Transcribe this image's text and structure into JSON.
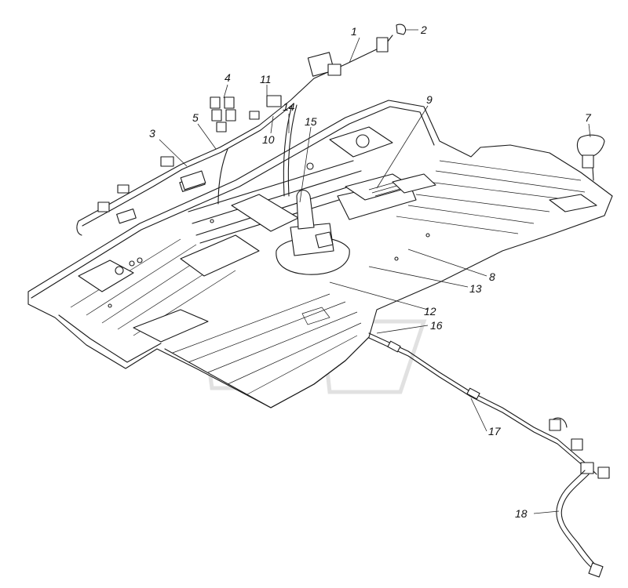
{
  "diagram": {
    "callouts": [
      {
        "id": "1",
        "label": "1"
      },
      {
        "id": "2",
        "label": "2"
      },
      {
        "id": "3",
        "label": "3"
      },
      {
        "id": "4",
        "label": "4"
      },
      {
        "id": "5",
        "label": "5"
      },
      {
        "id": "7",
        "label": "7"
      },
      {
        "id": "8",
        "label": "8"
      },
      {
        "id": "9",
        "label": "9"
      },
      {
        "id": "10",
        "label": "10"
      },
      {
        "id": "11",
        "label": "11"
      },
      {
        "id": "12",
        "label": "12"
      },
      {
        "id": "13",
        "label": "13"
      },
      {
        "id": "14",
        "label": "14"
      },
      {
        "id": "15",
        "label": "15"
      },
      {
        "id": "16",
        "label": "16"
      },
      {
        "id": "17",
        "label": "17"
      },
      {
        "id": "18",
        "label": "18"
      }
    ]
  }
}
